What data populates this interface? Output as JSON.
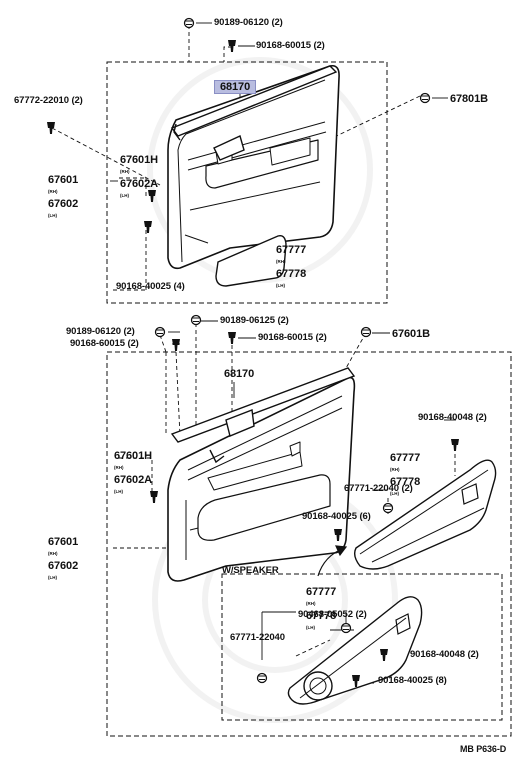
{
  "labels": {
    "t1": "90189-06120 (2)",
    "t2": "90168-60015 (2)",
    "t3": "68170",
    "t4": "67772-22010 (2)",
    "t5": "67801B",
    "t6a": "67601H",
    "t6a_sub": "(RH)",
    "t6b": "67602A",
    "t6b_sub": "(LH)",
    "t7a": "67601",
    "t7a_sub": "(RH)",
    "t7b": "67602",
    "t7b_sub": "(LH)",
    "t8a": "67777",
    "t8a_sub": "(RH)",
    "t8b": "67778",
    "t8b_sub": "(LH)",
    "t9": "90168-40025 (4)",
    "b1": "90189-06120 (2)",
    "b2": "90168-60015 (2)",
    "b3": "90189-06125 (2)",
    "b4": "90168-60015 (2)",
    "b5": "67601B",
    "b6": "68170",
    "b7a": "67601H",
    "b7a_sub": "(RH)",
    "b7b": "67602A",
    "b7b_sub": "(LH)",
    "b8": "90168-40048 (2)",
    "b9a": "67777",
    "b9a_sub": "(RH)",
    "b9b": "67778",
    "b9b_sub": "(LH)",
    "b10": "67771-22040 (2)",
    "b11a": "67601",
    "b11a_sub": "(RH)",
    "b11b": "67602",
    "b11b_sub": "(LH)",
    "b12": "90168-40025 (6)",
    "sp_title": "W/SPEAKER",
    "s1a": "67777",
    "s1a_sub": "(RH)",
    "s1b": "67778",
    "s1b_sub": "(LH)",
    "s2": "90468-05052 (2)",
    "s3": "67771-22040",
    "s4": "90168-40048 (2)",
    "s5": "90168-40025 (8)",
    "code": "MB P636-D"
  }
}
